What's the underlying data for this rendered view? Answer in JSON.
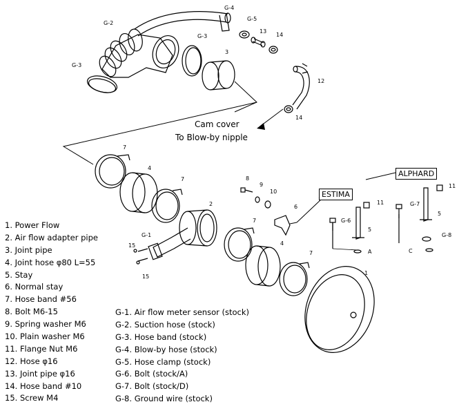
{
  "legend_parts": [
    "1. Power Flow",
    "2. Air flow adapter pipe",
    "3. Joint pipe",
    "4. Joint hose φ80 L=55",
    "5. Stay",
    "6. Normal stay",
    "7. Hose band #56",
    "8. Bolt M6-15",
    "9. Spring washer M6",
    "10. Plain washer M6",
    "11. Flange Nut M6",
    "12. Hose φ16",
    "13. Joint pipe φ16",
    "14. Hose band #10",
    "15. Screw M4"
  ],
  "legend_stock": [
    "G-1. Air flow meter sensor (stock)",
    "G-2. Suction hose (stock)",
    "G-3. Hose band (stock)",
    "G-4. Blow-by hose (stock)",
    "G-5. Hose clamp (stock)",
    "G-6. Bolt (stock/A)",
    "G-7. Bolt (stock/D)",
    "G-8. Ground wire (stock)"
  ],
  "notes": {
    "cam_cover": "Cam cover",
    "blow_by": "To Blow-by nipple"
  },
  "vehicles": {
    "alphard": "ALPHARD",
    "estima": "ESTIMA"
  },
  "callouts": {
    "g4": "G-4",
    "g5": "G-5",
    "c13": "13",
    "c14a": "14",
    "g2": "G-2",
    "g3a": "G-3",
    "c3": "3",
    "g3b": "G-3",
    "c12": "12",
    "c14b": "14",
    "c7a": "7",
    "c4a": "4",
    "c7b": "7",
    "c8": "8",
    "c9": "9",
    "c10": "10",
    "c6": "6",
    "c2": "2",
    "g1": "G-1",
    "c15a": "15",
    "c15b": "15",
    "c7c": "7",
    "c4b": "4",
    "c7d": "7",
    "c1": "1",
    "c11a": "11",
    "g6": "G-6",
    "c5a": "5",
    "a": "A",
    "c11b": "11",
    "g7": "G-7",
    "c5b": "5",
    "g8": "G-8",
    "c": "C"
  }
}
